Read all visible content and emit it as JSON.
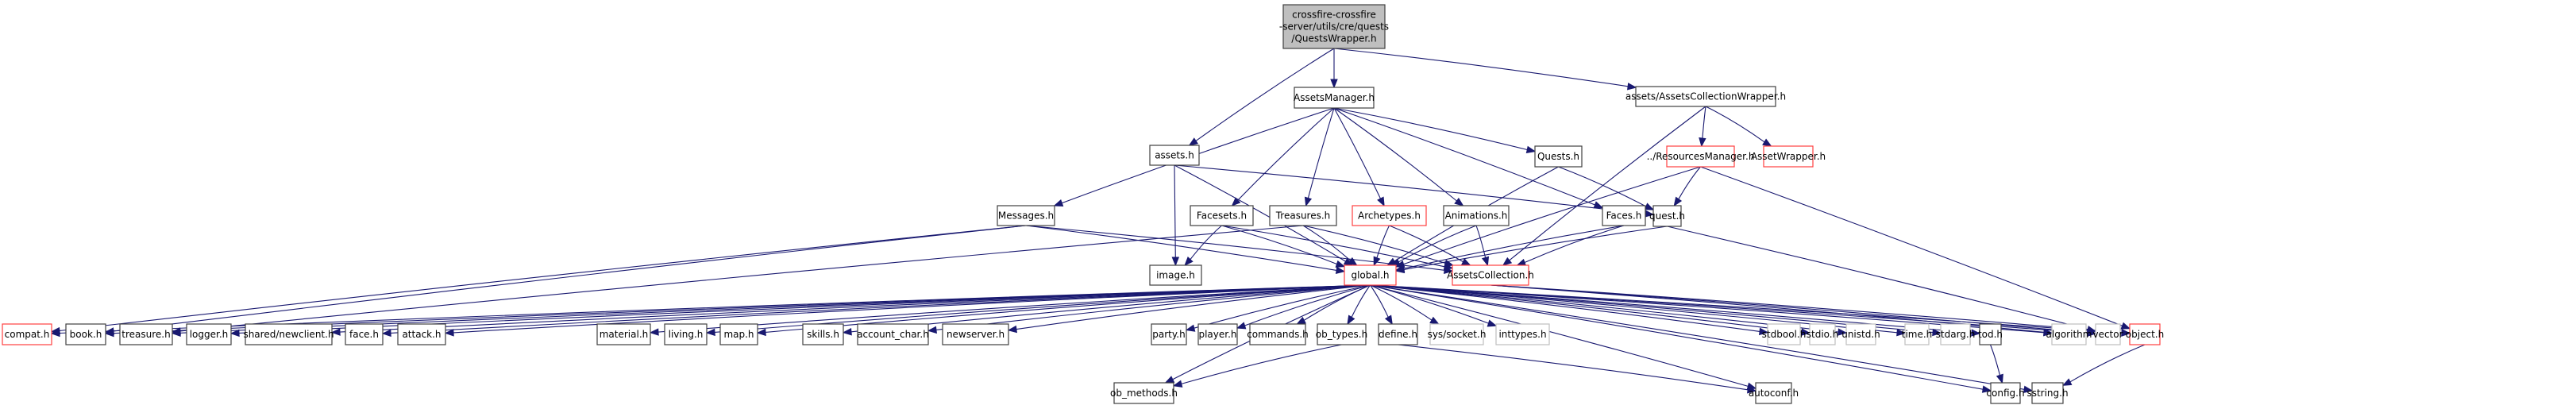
{
  "diagram": {
    "type": "include-dependency-graph",
    "colors": {
      "edge": "#191970",
      "root_fill": "#bfbfbf",
      "normal_border": "#404040",
      "missing_border": "#ff4040",
      "external_border": "#bfbfbf"
    },
    "nodes": [
      {
        "id": "root",
        "label": [
          "crossfire-crossfire",
          "-server/utils/cre/quests",
          "/QuestsWrapper.h"
        ],
        "kind": "root"
      },
      {
        "id": "AssetsManager",
        "label": [
          "AssetsManager.h"
        ],
        "kind": "normal"
      },
      {
        "id": "AssetsCollectionWrapper",
        "label": [
          "assets/AssetsCollectionWrapper.h"
        ],
        "kind": "normal"
      },
      {
        "id": "assets",
        "label": [
          "assets.h"
        ],
        "kind": "normal"
      },
      {
        "id": "Quests",
        "label": [
          "Quests.h"
        ],
        "kind": "normal"
      },
      {
        "id": "ResourcesManager",
        "label": [
          "../ResourcesManager.h"
        ],
        "kind": "missing"
      },
      {
        "id": "AssetWrapper",
        "label": [
          "AssetWrapper.h"
        ],
        "kind": "missing"
      },
      {
        "id": "Messages",
        "label": [
          "Messages.h"
        ],
        "kind": "normal"
      },
      {
        "id": "Facesets",
        "label": [
          "Facesets.h"
        ],
        "kind": "normal"
      },
      {
        "id": "Treasures",
        "label": [
          "Treasures.h"
        ],
        "kind": "normal"
      },
      {
        "id": "Archetypes",
        "label": [
          "Archetypes.h"
        ],
        "kind": "missing"
      },
      {
        "id": "Animations",
        "label": [
          "Animations.h"
        ],
        "kind": "normal"
      },
      {
        "id": "Faces",
        "label": [
          "Faces.h"
        ],
        "kind": "normal"
      },
      {
        "id": "quest",
        "label": [
          "quest.h"
        ],
        "kind": "normal"
      },
      {
        "id": "image",
        "label": [
          "image.h"
        ],
        "kind": "normal"
      },
      {
        "id": "global",
        "label": [
          "global.h"
        ],
        "kind": "missing"
      },
      {
        "id": "AssetsCollection",
        "label": [
          "AssetsCollection.h"
        ],
        "kind": "missing"
      },
      {
        "id": "compat",
        "label": [
          "compat.h"
        ],
        "kind": "missing"
      },
      {
        "id": "book",
        "label": [
          "book.h"
        ],
        "kind": "normal"
      },
      {
        "id": "treasure",
        "label": [
          "treasure.h"
        ],
        "kind": "normal"
      },
      {
        "id": "logger",
        "label": [
          "logger.h"
        ],
        "kind": "normal"
      },
      {
        "id": "newclient",
        "label": [
          "shared/newclient.h"
        ],
        "kind": "normal"
      },
      {
        "id": "face",
        "label": [
          "face.h"
        ],
        "kind": "normal"
      },
      {
        "id": "attack",
        "label": [
          "attack.h"
        ],
        "kind": "normal"
      },
      {
        "id": "material",
        "label": [
          "material.h"
        ],
        "kind": "normal"
      },
      {
        "id": "living",
        "label": [
          "living.h"
        ],
        "kind": "normal"
      },
      {
        "id": "map",
        "label": [
          "map.h"
        ],
        "kind": "normal"
      },
      {
        "id": "skills",
        "label": [
          "skills.h"
        ],
        "kind": "normal"
      },
      {
        "id": "account_char",
        "label": [
          "account_char.h"
        ],
        "kind": "normal"
      },
      {
        "id": "newserver",
        "label": [
          "newserver.h"
        ],
        "kind": "normal"
      },
      {
        "id": "party",
        "label": [
          "party.h"
        ],
        "kind": "normal"
      },
      {
        "id": "player",
        "label": [
          "player.h"
        ],
        "kind": "normal"
      },
      {
        "id": "commands",
        "label": [
          "commands.h"
        ],
        "kind": "normal"
      },
      {
        "id": "ob_types",
        "label": [
          "ob_types.h"
        ],
        "kind": "normal"
      },
      {
        "id": "define",
        "label": [
          "define.h"
        ],
        "kind": "normal"
      },
      {
        "id": "socket",
        "label": [
          "sys/socket.h"
        ],
        "kind": "external"
      },
      {
        "id": "inttypes",
        "label": [
          "inttypes.h"
        ],
        "kind": "external"
      },
      {
        "id": "stdbool",
        "label": [
          "stdbool.h"
        ],
        "kind": "external"
      },
      {
        "id": "stdio",
        "label": [
          "stdio.h"
        ],
        "kind": "external"
      },
      {
        "id": "unistd",
        "label": [
          "unistd.h"
        ],
        "kind": "external"
      },
      {
        "id": "time",
        "label": [
          "time.h"
        ],
        "kind": "external"
      },
      {
        "id": "stdarg",
        "label": [
          "stdarg.h"
        ],
        "kind": "external"
      },
      {
        "id": "tod",
        "label": [
          "tod.h"
        ],
        "kind": "normal"
      },
      {
        "id": "algorithm",
        "label": [
          "algorithm"
        ],
        "kind": "external"
      },
      {
        "id": "vector",
        "label": [
          "vector"
        ],
        "kind": "external"
      },
      {
        "id": "object",
        "label": [
          "object.h"
        ],
        "kind": "missing"
      },
      {
        "id": "ob_methods",
        "label": [
          "ob_methods.h"
        ],
        "kind": "normal"
      },
      {
        "id": "autoconf",
        "label": [
          "autoconf.h"
        ],
        "kind": "normal"
      },
      {
        "id": "config",
        "label": [
          "config.h"
        ],
        "kind": "normal"
      },
      {
        "id": "sstring",
        "label": [
          "sstring.h"
        ],
        "kind": "normal"
      }
    ],
    "edges": [
      [
        "root",
        "AssetsManager"
      ],
      [
        "root",
        "assets"
      ],
      [
        "root",
        "AssetsCollectionWrapper"
      ],
      [
        "AssetsManager",
        "Messages"
      ],
      [
        "AssetsManager",
        "Facesets"
      ],
      [
        "AssetsManager",
        "Treasures"
      ],
      [
        "AssetsManager",
        "Archetypes"
      ],
      [
        "AssetsManager",
        "Animations"
      ],
      [
        "AssetsManager",
        "Faces"
      ],
      [
        "AssetsManager",
        "Quests"
      ],
      [
        "AssetsCollectionWrapper",
        "ResourcesManager"
      ],
      [
        "AssetsCollectionWrapper",
        "AssetWrapper"
      ],
      [
        "AssetsCollectionWrapper",
        "AssetsCollection"
      ],
      [
        "assets",
        "image"
      ],
      [
        "assets",
        "global"
      ],
      [
        "assets",
        "quest"
      ],
      [
        "Quests",
        "quest"
      ],
      [
        "Quests",
        "global"
      ],
      [
        "ResourcesManager",
        "quest"
      ],
      [
        "ResourcesManager",
        "global"
      ],
      [
        "ResourcesManager",
        "object"
      ],
      [
        "Messages",
        "global"
      ],
      [
        "Messages",
        "AssetsCollection"
      ],
      [
        "Messages",
        "book"
      ],
      [
        "Messages",
        "compat"
      ],
      [
        "Facesets",
        "image"
      ],
      [
        "Facesets",
        "global"
      ],
      [
        "Facesets",
        "AssetsCollection"
      ],
      [
        "Treasures",
        "global"
      ],
      [
        "Treasures",
        "AssetsCollection"
      ],
      [
        "Treasures",
        "treasure"
      ],
      [
        "Archetypes",
        "global"
      ],
      [
        "Archetypes",
        "AssetsCollection"
      ],
      [
        "Animations",
        "global"
      ],
      [
        "Animations",
        "AssetsCollection"
      ],
      [
        "Faces",
        "global"
      ],
      [
        "Faces",
        "AssetsCollection"
      ],
      [
        "quest",
        "global"
      ],
      [
        "quest",
        "vector"
      ],
      [
        "global",
        "compat"
      ],
      [
        "global",
        "book"
      ],
      [
        "global",
        "treasure"
      ],
      [
        "global",
        "logger"
      ],
      [
        "global",
        "newclient"
      ],
      [
        "global",
        "face"
      ],
      [
        "global",
        "attack"
      ],
      [
        "global",
        "material"
      ],
      [
        "global",
        "living"
      ],
      [
        "global",
        "map"
      ],
      [
        "global",
        "skills"
      ],
      [
        "global",
        "account_char"
      ],
      [
        "global",
        "newserver"
      ],
      [
        "global",
        "party"
      ],
      [
        "global",
        "player"
      ],
      [
        "global",
        "commands"
      ],
      [
        "global",
        "ob_types"
      ],
      [
        "global",
        "define"
      ],
      [
        "global",
        "socket"
      ],
      [
        "global",
        "inttypes"
      ],
      [
        "global",
        "stdbool"
      ],
      [
        "global",
        "stdio"
      ],
      [
        "global",
        "unistd"
      ],
      [
        "global",
        "time"
      ],
      [
        "global",
        "stdarg"
      ],
      [
        "global",
        "tod"
      ],
      [
        "global",
        "algorithm"
      ],
      [
        "global",
        "vector"
      ],
      [
        "global",
        "object"
      ],
      [
        "global",
        "ob_methods"
      ],
      [
        "global",
        "autoconf"
      ],
      [
        "global",
        "config"
      ],
      [
        "global",
        "sstring"
      ],
      [
        "AssetsCollection",
        "algorithm"
      ],
      [
        "AssetsCollection",
        "vector"
      ],
      [
        "AssetsCollection",
        "object"
      ],
      [
        "ob_types",
        "ob_methods"
      ],
      [
        "define",
        "autoconf"
      ],
      [
        "tod",
        "config"
      ],
      [
        "object",
        "sstring"
      ]
    ]
  }
}
